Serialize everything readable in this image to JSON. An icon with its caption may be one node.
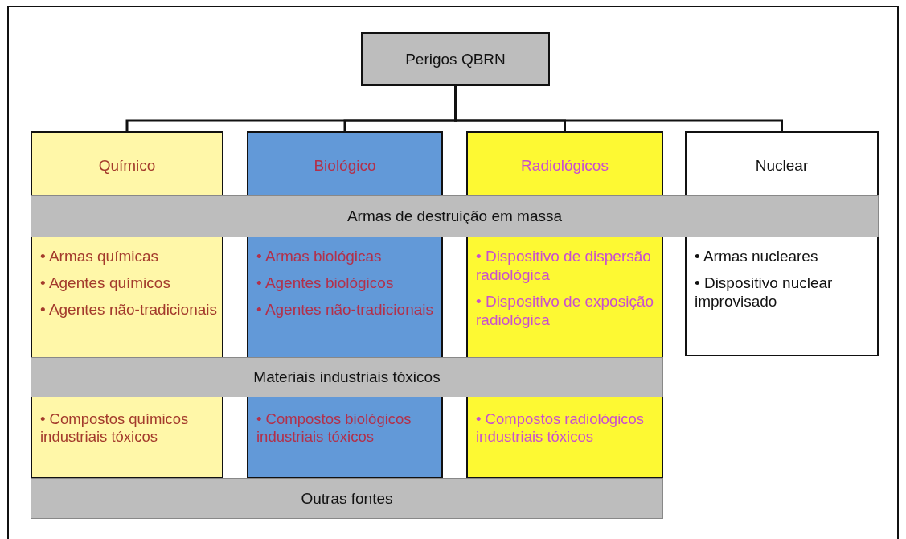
{
  "diagram": {
    "nodes": [
      {
        "text": [
          "Perigos QBRN"
        ]
      },
      {
        "text": [
          "Químico",
          "• Armas químicas",
          "• Agentes químicos",
          "• Agentes não-tradicionais",
          "• Compostos químicos industriais tóxicos"
        ]
      },
      {
        "text": [
          "Biológico",
          "• Armas biológicas",
          "• Agentes biológicos",
          "• Agentes não-tradicionais",
          "• Compostos biológicos industriais tóxicos"
        ]
      },
      {
        "text": [
          "Radiológicos",
          "• Dispositivo de dispersão radiológica",
          "• Dispositivo de exposição radiológica",
          "• Compostos radiológicos industriais tóxicos"
        ]
      },
      {
        "text": [
          "Nuclear",
          "• Armas nucleares",
          "• Dispositivo nuclear improvisado"
        ]
      },
      {
        "text": [
          "Armas de destruição em massa"
        ]
      },
      {
        "text": [
          "Materiais industriais tóxicos"
        ]
      },
      {
        "text": [
          "Outras fontes"
        ]
      }
    ],
    "edges": [
      {
        "from": 0,
        "to": 1,
        "arrow": "none"
      },
      {
        "from": 0,
        "to": 2,
        "arrow": "none"
      },
      {
        "from": 0,
        "to": 3,
        "arrow": "none"
      },
      {
        "from": 0,
        "to": 4,
        "arrow": "none"
      }
    ]
  }
}
